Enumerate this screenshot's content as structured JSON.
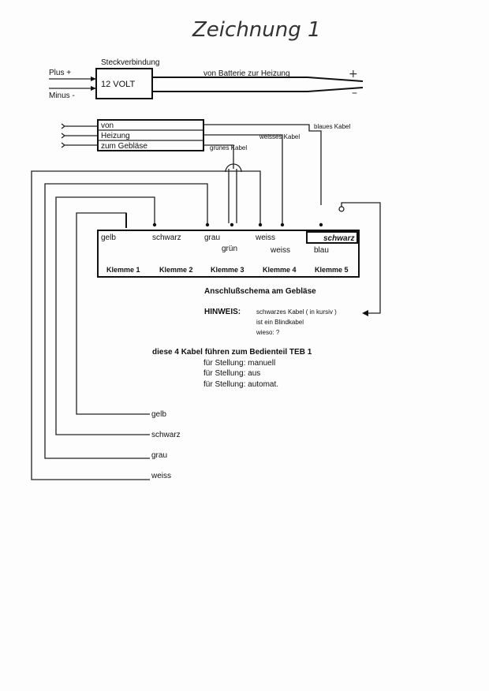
{
  "title": "Zeichnung 1",
  "connector": {
    "header": "Steckverbindung",
    "label": "12 VOLT",
    "plus": "Plus +",
    "minus": "Minus -",
    "cable": "von Batterie zur Heizung",
    "sign_plus": "+",
    "sign_minus": "–"
  },
  "switch_block": {
    "rows": [
      "von",
      "Heizung",
      "zum Gebläse"
    ]
  },
  "cables": {
    "blue": "blaues Kabel",
    "white": "weisses Kabel",
    "green": "grünes Kabel"
  },
  "terminal_block": {
    "top_labels": [
      "gelb",
      "schwarz",
      "grau",
      "weiss",
      "schwarz"
    ],
    "mid_labels": [
      "grün",
      "weiss",
      "blau"
    ],
    "klemmen": [
      "Klemme 1",
      "Klemme 2",
      "Klemme 3",
      "Klemme 4",
      "Klemme 5"
    ]
  },
  "schema_title": "Anschlußschema am Gebläse",
  "hinweis": {
    "label": "HINWEIS:",
    "line1": "schwarzes Kabel ( in kursiv )",
    "line2": "ist ein Blindkabel",
    "line3": "wieso:  ?"
  },
  "teb": {
    "heading": "diese 4 Kabel führen zum Bedienteil TEB 1",
    "lines": [
      "für Stellung: manuell",
      "für Stellung: aus",
      "für Stellung: automat."
    ]
  },
  "wire_labels": [
    "gelb",
    "schwarz",
    "grau",
    "weiss"
  ]
}
